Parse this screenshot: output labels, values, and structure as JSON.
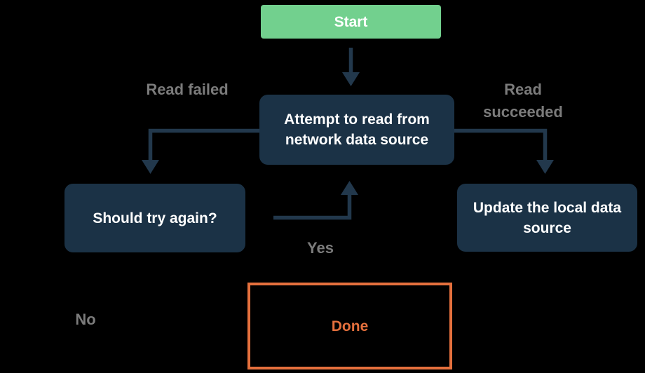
{
  "flowchart": {
    "title": "network data source read flowchart",
    "nodes": {
      "start": {
        "label": "Start"
      },
      "attempt": {
        "label": "Attempt to read from network data source"
      },
      "retry": {
        "label": "Should try again?"
      },
      "update": {
        "label": "Update the local data source"
      },
      "done": {
        "label": "Done"
      }
    },
    "edge_labels": {
      "read_failed": "Read failed",
      "read_succeeded": "Read succeeded",
      "yes": "Yes",
      "no": "No"
    },
    "colors": {
      "background": "#000000",
      "start_fill": "#72d08e",
      "node_fill": "#1b3246",
      "node_text": "#ffffff",
      "arrow": "#22384c",
      "edge_label_text": "#7b7b7b",
      "done_accent": "#e5703d"
    }
  }
}
